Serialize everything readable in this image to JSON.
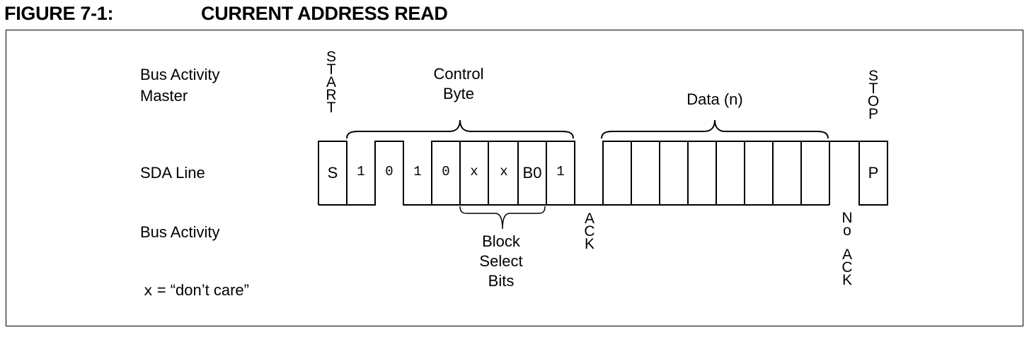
{
  "figure": {
    "number": "FIGURE 7-1:",
    "title": "CURRENT ADDRESS READ"
  },
  "labels": {
    "bus_activity_master_line1": "Bus Activity",
    "bus_activity_master_line2": "Master",
    "sda_line": "SDA Line",
    "bus_activity": "Bus Activity",
    "legend_symbol": "x",
    "legend_text": " = “don’t care”"
  },
  "markers": {
    "start": [
      "S",
      "T",
      "A",
      "R",
      "T"
    ],
    "stop": [
      "S",
      "T",
      "O",
      "P"
    ],
    "ack": [
      "A",
      "C",
      "K"
    ],
    "no_ack_no": [
      "N",
      "o"
    ],
    "no_ack_ack": [
      "A",
      "C",
      "K"
    ]
  },
  "braces": {
    "control_byte_line1": "Control",
    "control_byte_line2": "Byte",
    "data": "Data (n)",
    "block_select_line1": "Block",
    "block_select_line2": "Select",
    "block_select_line3": "Bits"
  },
  "sda_bits": [
    {
      "label": "S",
      "font": "sans"
    },
    {
      "label": "1",
      "font": "mono"
    },
    {
      "label": "0",
      "font": "mono"
    },
    {
      "label": "1",
      "font": "mono"
    },
    {
      "label": "0",
      "font": "mono"
    },
    {
      "label": "x",
      "font": "mono"
    },
    {
      "label": "x",
      "font": "mono"
    },
    {
      "label": "B0",
      "font": "sans"
    },
    {
      "label": "1",
      "font": "mono"
    },
    {
      "label": "P",
      "font": "sans"
    }
  ]
}
